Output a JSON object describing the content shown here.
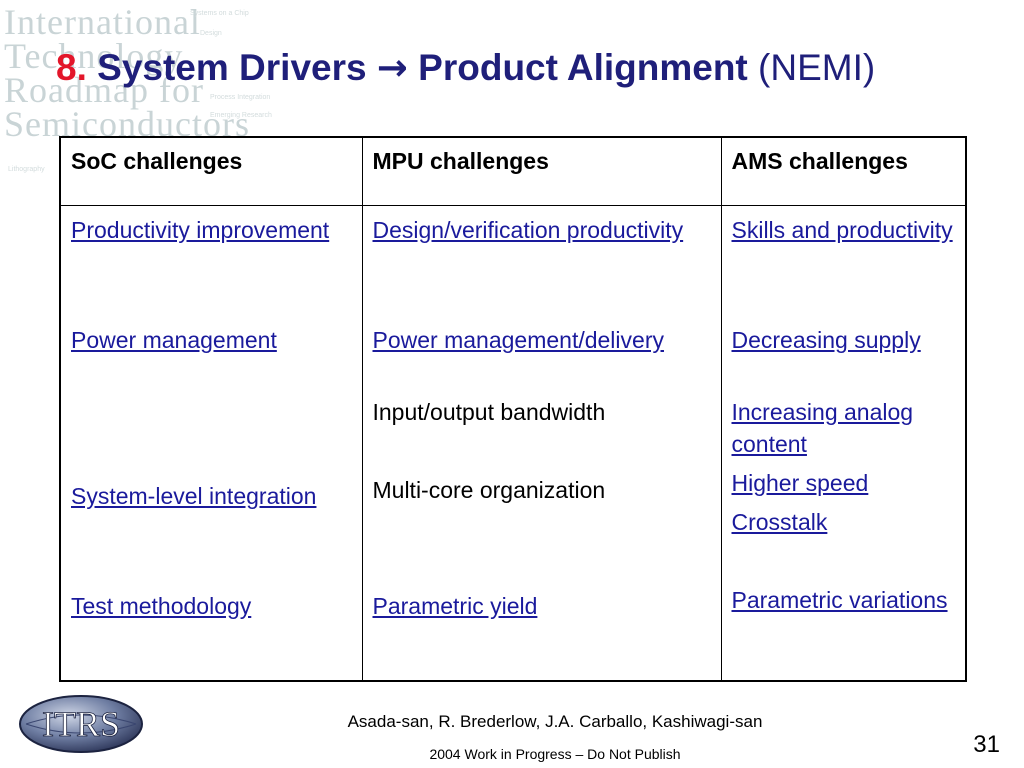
{
  "watermark": {
    "lines": [
      "International",
      "Technology",
      "Roadmap for",
      "Semiconductors"
    ],
    "small": [
      "Systems on a Chip",
      "Design",
      "Process Integration",
      "Emerging Research",
      "Lithography"
    ]
  },
  "title": {
    "number": "8.",
    "part1": "System Drivers",
    "arrow": "→",
    "part2": "Product Alignment",
    "org": "(NEMI)"
  },
  "table": {
    "headers": [
      "SoC challenges",
      "MPU challenges",
      "AMS challenges"
    ],
    "columns": [
      [
        {
          "text": "Productivity improvement",
          "underline": true
        },
        {
          "text": "Power management",
          "underline": true
        },
        {
          "text": "System-level integration",
          "underline": true
        },
        {
          "text": "Test methodology",
          "underline": true
        }
      ],
      [
        {
          "text": "Design/verification productivity",
          "underline": true
        },
        {
          "text": "Power management/delivery",
          "underline": true
        },
        {
          "text": "Input/output bandwidth",
          "underline": false
        },
        {
          "text": "Multi-core organization",
          "underline": false
        },
        {
          "text": "Parametric yield",
          "underline": true
        }
      ],
      [
        {
          "text": "Skills and productivity",
          "underline": true
        },
        {
          "text": "Decreasing supply",
          "underline": true
        },
        {
          "text": "Increasing analog content",
          "underline": true
        },
        {
          "text": "Higher speed",
          "underline": true
        },
        {
          "text": "Crosstalk",
          "underline": true
        },
        {
          "text": "Parametric variations",
          "underline": true
        }
      ]
    ]
  },
  "footer": {
    "logo_text": "ITRS",
    "authors": "Asada-san, R. Brederlow, J.A. Carballo, Kashiwagi-san",
    "note": "2004 Work in Progress – Do Not Publish",
    "page_number": "31"
  },
  "colors": {
    "title": "#1f1f7a",
    "number": "#e3162a",
    "link": "#1a1a9c"
  }
}
